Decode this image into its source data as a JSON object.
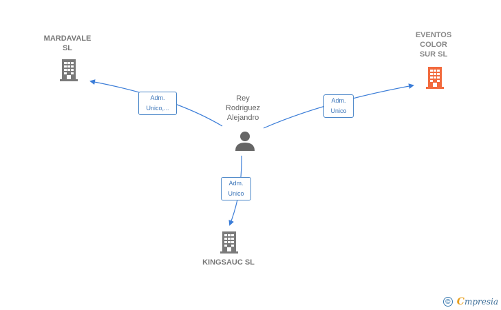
{
  "person": {
    "name_lines": [
      "Rey",
      "Rodriguez",
      "Alejandro"
    ],
    "icon": "person-icon"
  },
  "companies": [
    {
      "id": "mardavale",
      "label": "MARDAVALE\nSL",
      "icon": "building-icon",
      "color": "#7a7a7a"
    },
    {
      "id": "eventos",
      "label": "EVENTOS\nCOLOR\nSUR  SL",
      "icon": "building-icon",
      "color": "#f26a3d"
    },
    {
      "id": "kingsauc",
      "label": "KINGSAUC  SL",
      "icon": "building-icon",
      "color": "#7a7a7a"
    }
  ],
  "relations": [
    {
      "to": "mardavale",
      "lines": [
        "Adm.",
        "Unico,..."
      ]
    },
    {
      "to": "eventos",
      "lines": [
        "Adm.",
        "Unico"
      ]
    },
    {
      "to": "kingsauc",
      "lines": [
        "Adm.",
        "Unico"
      ]
    }
  ],
  "colors": {
    "edge": "#3b7dd8",
    "edge_label_border": "#4a86c8",
    "node_text": "#777777",
    "highlight_building": "#f26a3d",
    "default_building": "#7a7a7a"
  },
  "footer": {
    "copyright_symbol": "©",
    "brand_initial": "C",
    "brand_rest": "mpresia"
  }
}
